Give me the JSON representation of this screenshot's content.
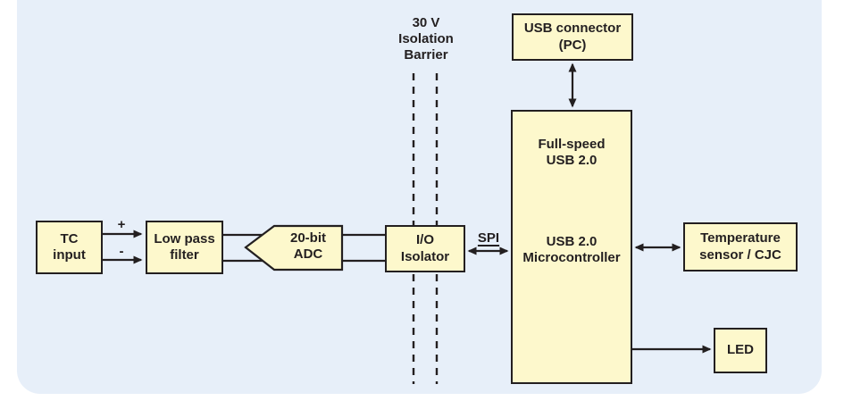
{
  "diagram": {
    "blocks": {
      "tc_input": "TC\ninput",
      "low_pass_filter": "Low pass\nfilter",
      "adc": "20-bit\nADC",
      "io_isolator": "I/O\nIsolator",
      "usb_connector": "USB connector\n(PC)",
      "mcu_usb_block": "Full-speed\nUSB 2.0",
      "mcu_name": "USB 2.0\nMicrocontroller",
      "temp_sensor": "Temperature\nsensor / CJC",
      "led": "LED"
    },
    "labels": {
      "isolation_barrier": "30 V\nIsolation\nBarrier",
      "spi_bus": "SPI",
      "plus_signal": "+",
      "minus_signal": "-"
    },
    "colors": {
      "panel_bg": "#e7eff9",
      "block_fill": "#fdf8cc",
      "line": "#231f20"
    }
  }
}
